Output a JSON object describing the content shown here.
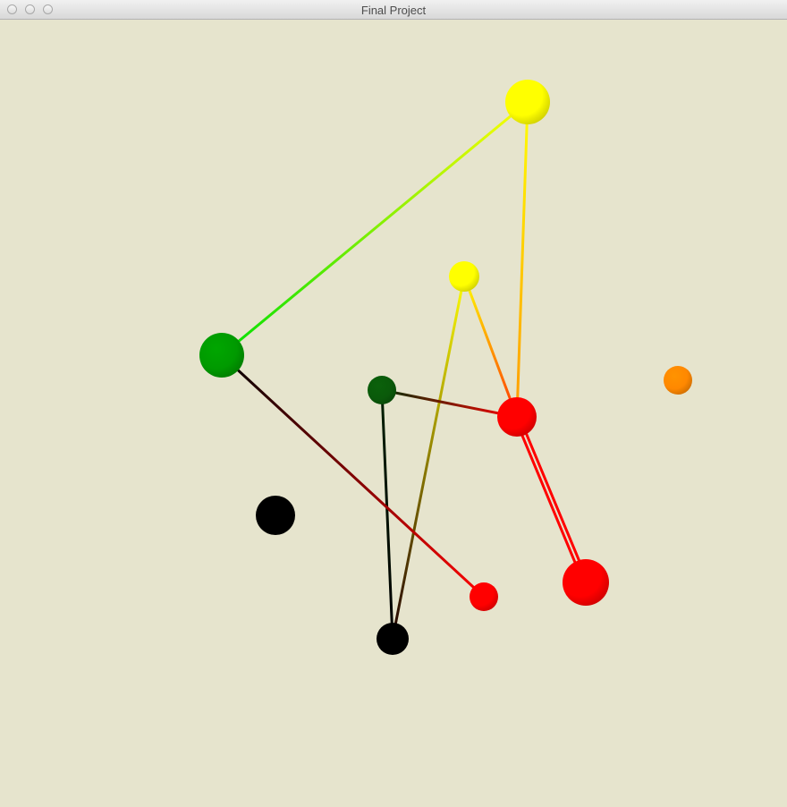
{
  "window": {
    "title": "Final Project"
  },
  "scene": {
    "background": "#e6e4cd",
    "nodes": [
      {
        "id": "yellow-large",
        "color": "#ffff00"
      },
      {
        "id": "yellow-small",
        "color": "#ffff00"
      },
      {
        "id": "green-large",
        "color": "#009a00"
      },
      {
        "id": "green-small",
        "color": "#0a5a0a"
      },
      {
        "id": "red-center",
        "color": "#ff0000"
      },
      {
        "id": "orange",
        "color": "#ff8800"
      },
      {
        "id": "black-left",
        "color": "#000000"
      },
      {
        "id": "red-small",
        "color": "#ff0000"
      },
      {
        "id": "red-large",
        "color": "#ff0000"
      },
      {
        "id": "black-bottom",
        "color": "#000000"
      }
    ],
    "edges": [
      {
        "from": "green-large",
        "to": "yellow-large",
        "color_from": "#00e000",
        "color_to": "#ffff00"
      },
      {
        "from": "yellow-large",
        "to": "red-center",
        "color_from": "#ffff00",
        "color_to": "#ff9900"
      },
      {
        "from": "yellow-small",
        "to": "red-center",
        "color_from": "#ffff00",
        "color_to": "#ff3300"
      },
      {
        "from": "yellow-small",
        "to": "black-bottom",
        "color_from": "#ffff00",
        "color_to": "#200000"
      },
      {
        "from": "green-small",
        "to": "red-center",
        "color_from": "#003000",
        "color_to": "#ff0000"
      },
      {
        "from": "green-small",
        "to": "black-bottom",
        "color_from": "#002000",
        "color_to": "#000000"
      },
      {
        "from": "green-large",
        "to": "red-small",
        "color_from": "#000000",
        "color_to": "#ff0000"
      },
      {
        "from": "red-center",
        "to": "red-large",
        "color_from": "#ff0000",
        "color_to": "#ff0000",
        "double": true
      }
    ]
  }
}
